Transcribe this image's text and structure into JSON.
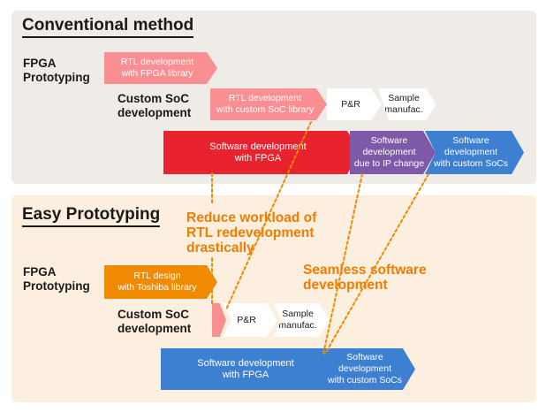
{
  "conventional": {
    "title": "Conventional method",
    "fpga_label": [
      "FPGA",
      "Prototyping"
    ],
    "soc_label": [
      "Custom SoC",
      "development"
    ],
    "rtl_fpga": [
      "RTL development",
      "with FPGA library"
    ],
    "rtl_soc": [
      "RTL development",
      "with custom SoC library"
    ],
    "pr": "P&R",
    "sample": [
      "Sample",
      "manufac."
    ],
    "sw_fpga": [
      "Software development",
      "with FPGA"
    ],
    "sw_ip": [
      "Software",
      "development",
      "due to IP change"
    ],
    "sw_soc": [
      "Software",
      "development",
      "with custom SoCs"
    ]
  },
  "easy": {
    "title": "Easy Prototyping",
    "fpga_label": [
      "FPGA",
      "Prototyping"
    ],
    "soc_label": [
      "Custom SoC",
      "development"
    ],
    "rtl_toshiba": [
      "RTL design",
      "with Toshiba library"
    ],
    "pr": "P&R",
    "sample": [
      "Sample",
      "manufac."
    ],
    "sw_fpga": [
      "Software development",
      "with FPGA"
    ],
    "sw_soc": [
      "Software",
      "development",
      "with custom SoCs"
    ]
  },
  "callouts": {
    "reduce": [
      "Reduce workload of",
      "RTL redevelopment",
      "drastically"
    ],
    "seamless": [
      "Seamless software",
      "development"
    ]
  },
  "colors": {
    "pink": "#f98f92",
    "red": "#e8232d",
    "purple": "#7e59a8",
    "blue": "#3d7fd0",
    "orange": "#f08a00",
    "white": "#ffffff",
    "callout": "#f07c00"
  }
}
